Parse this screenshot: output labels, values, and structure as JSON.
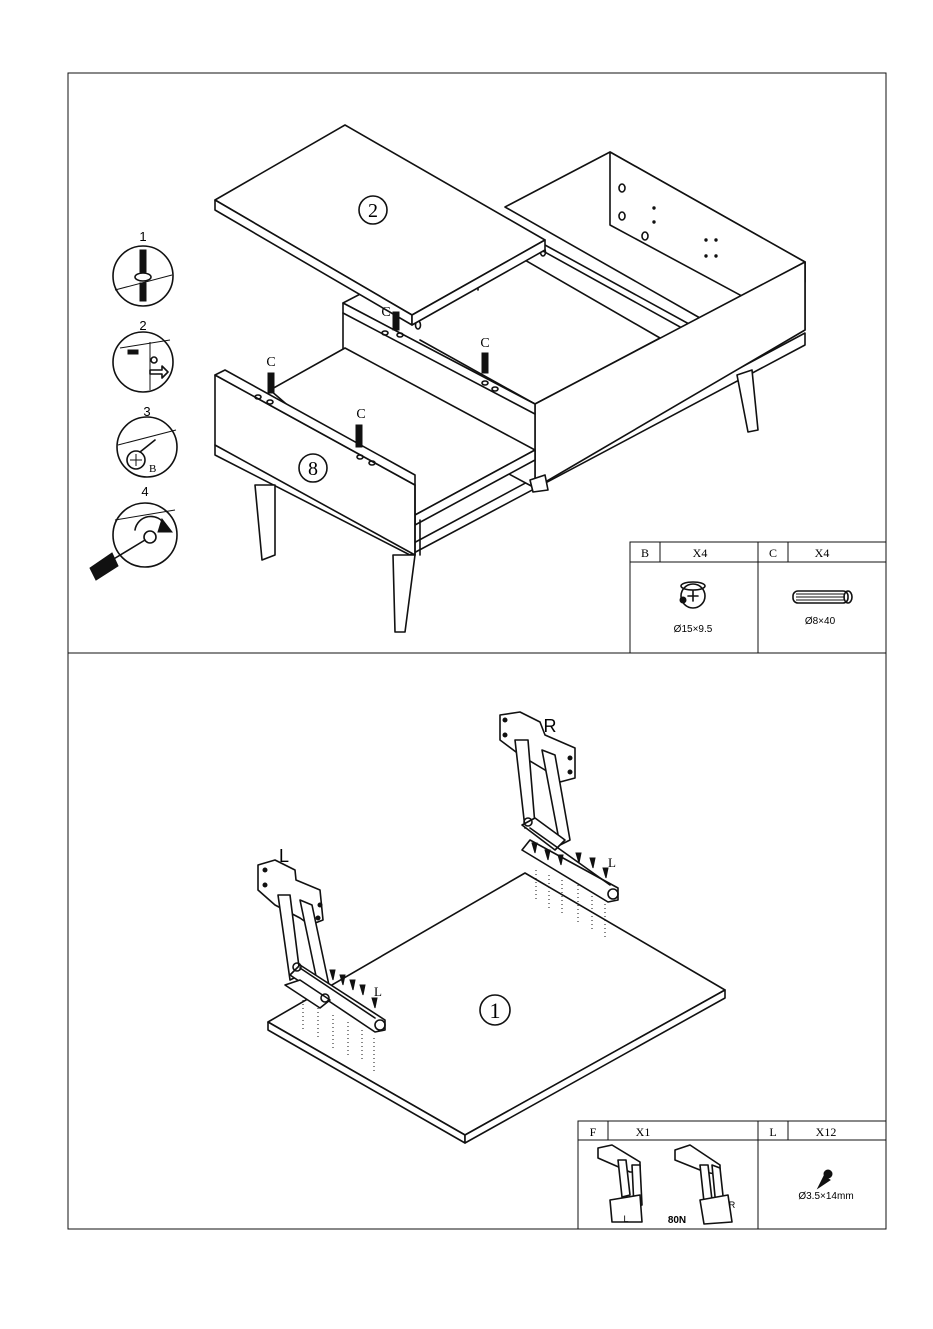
{
  "top_step": {
    "part_labels": [
      "2",
      "8"
    ],
    "dowel_label": "C",
    "detail_steps": [
      "1",
      "2",
      "3",
      "4"
    ],
    "cam_label": "B"
  },
  "top_hardware": [
    {
      "code": "B",
      "qty": "X4",
      "size": "Ø15×9.5"
    },
    {
      "code": "C",
      "qty": "X4",
      "size": "Ø8×40"
    }
  ],
  "bottom_step": {
    "part_label": "1",
    "left_mechanism": "L",
    "right_mechanism": "R",
    "screw_label": "L"
  },
  "bottom_hardware": [
    {
      "code": "F",
      "qty": "X1",
      "mech_left": "L",
      "mech_right": "R",
      "force": "80N"
    },
    {
      "code": "L",
      "qty": "X12",
      "size": "Ø3.5×14mm"
    }
  ]
}
